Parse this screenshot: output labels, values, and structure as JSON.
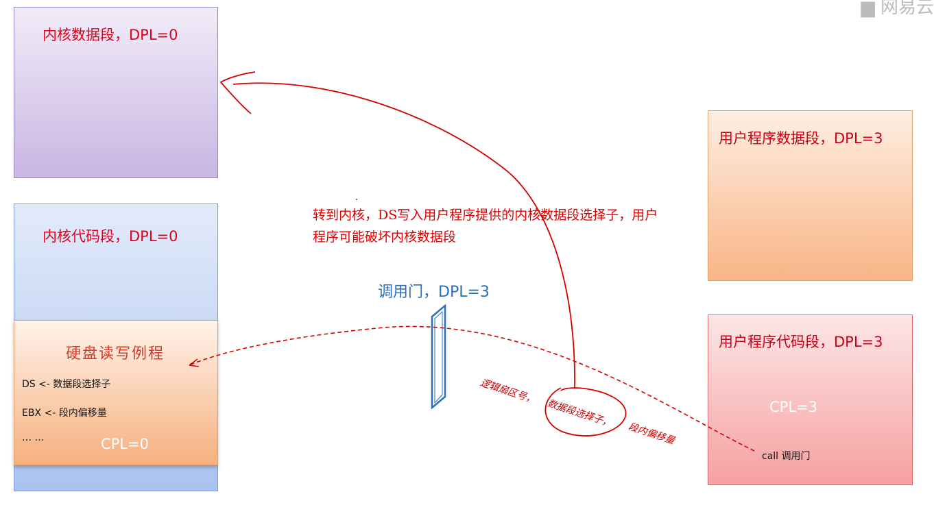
{
  "watermark": {
    "icon": "chat-bubble-icon",
    "text": "网易云"
  },
  "kernel_data": {
    "title": "内核数据段，DPL=0"
  },
  "kernel_code": {
    "title": "内核代码段，DPL=0"
  },
  "disk_routine": {
    "title": "硬盘读写例程",
    "lines": [
      "DS <- 数据段选择子",
      "EBX <- 段内偏移量",
      "… …"
    ],
    "cpl": "CPL=0"
  },
  "user_data": {
    "title": "用户程序数据段，DPL=3"
  },
  "user_code": {
    "title": "用户程序代码段，DPL=3",
    "cpl": "CPL=3",
    "call": "call 调用门"
  },
  "call_gate": {
    "label": "调用门，DPL=3"
  },
  "annotation": {
    "text": "转到内核，DS写入用户程序提供的内核数据段选择子，用户程序可能破坏内核数据段"
  },
  "handwritten": {
    "sector": "逻辑扇区号，",
    "selector": "数据段选择子，",
    "offset": "段内偏移量"
  },
  "colors": {
    "red": "#e00000",
    "gate_blue": "#2a6fb8"
  }
}
